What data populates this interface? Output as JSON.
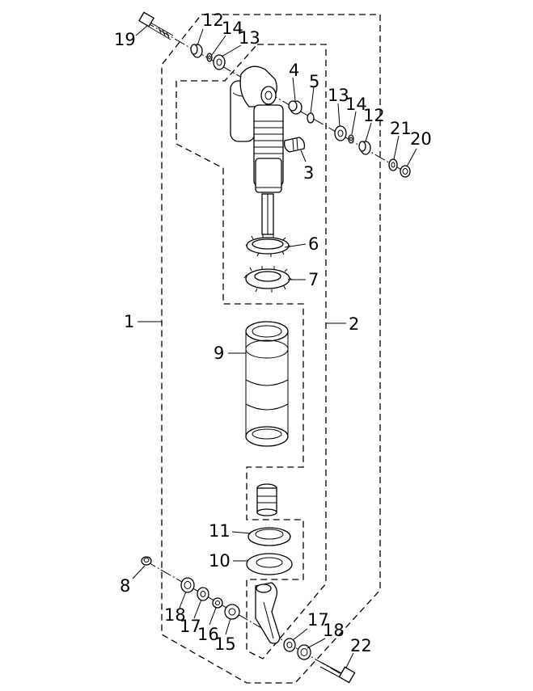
{
  "callouts": [
    {
      "id": "c19",
      "text": "19"
    },
    {
      "id": "c12a",
      "text": "12"
    },
    {
      "id": "c14a",
      "text": "14"
    },
    {
      "id": "c13a",
      "text": "13"
    },
    {
      "id": "c4",
      "text": "4"
    },
    {
      "id": "c5",
      "text": "5"
    },
    {
      "id": "c13b",
      "text": "13"
    },
    {
      "id": "c14b",
      "text": "14"
    },
    {
      "id": "c12b",
      "text": "12"
    },
    {
      "id": "c21",
      "text": "21"
    },
    {
      "id": "c20",
      "text": "20"
    },
    {
      "id": "c3",
      "text": "3"
    },
    {
      "id": "c6",
      "text": "6"
    },
    {
      "id": "c7",
      "text": "7"
    },
    {
      "id": "c1",
      "text": "1"
    },
    {
      "id": "c2",
      "text": "2"
    },
    {
      "id": "c9",
      "text": "9"
    },
    {
      "id": "c11",
      "text": "11"
    },
    {
      "id": "c10",
      "text": "10"
    },
    {
      "id": "c8",
      "text": "8"
    },
    {
      "id": "c18a",
      "text": "18"
    },
    {
      "id": "c17a",
      "text": "17"
    },
    {
      "id": "c16",
      "text": "16"
    },
    {
      "id": "c15",
      "text": "15"
    },
    {
      "id": "c17b",
      "text": "17"
    },
    {
      "id": "c18b",
      "text": "18"
    },
    {
      "id": "c22",
      "text": "22"
    }
  ]
}
